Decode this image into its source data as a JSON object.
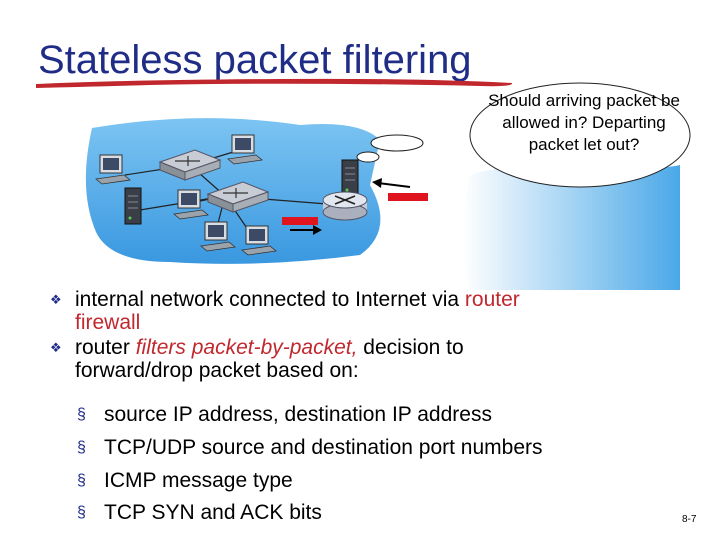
{
  "slide": {
    "title": "Stateless packet filtering",
    "callout": "Should arriving packet be allowed in? Departing packet let out?",
    "bullet1": {
      "pre": "internal network connected to Internet via ",
      "highlight": "router",
      "line2": "firewall"
    },
    "bullet2": {
      "pre": "router ",
      "highlight": "filters packet-by-packet,",
      "post": " decision to",
      "line2": "forward/drop packet based on:"
    },
    "sub_bullets": [
      "source IP address, destination IP address",
      "TCP/UDP source and destination port numbers",
      "ICMP message type",
      "TCP SYN and ACK bits"
    ],
    "page_number": "8-7",
    "colors": {
      "title": "#1f2d86",
      "underline": "#c0282e",
      "highlight": "#c0282e",
      "network_blue": "#4aa8e8",
      "packet_red": "#e0141e"
    },
    "icons": {
      "bullet": "diamond-bullet-icon",
      "sub_bullet": "square-bullet-icon"
    }
  }
}
